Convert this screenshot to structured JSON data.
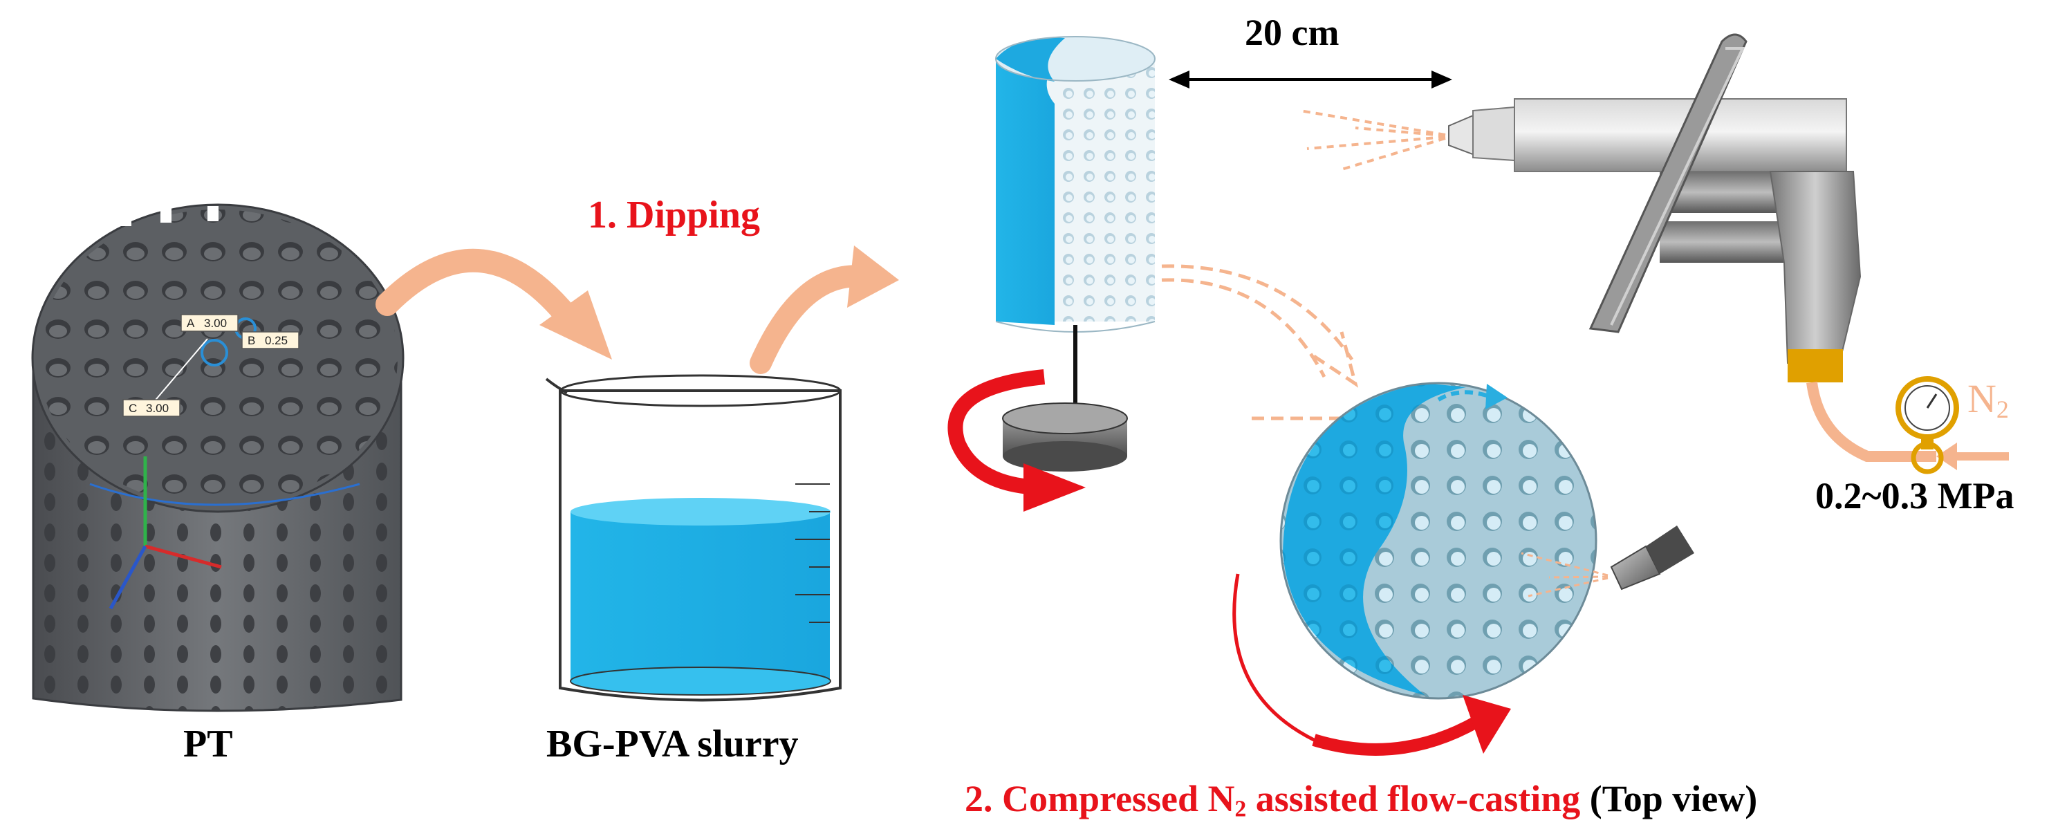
{
  "labels": {
    "pt": "PT",
    "slurry": "BG-PVA slurry",
    "step1": "1. Dipping",
    "distance": "20 cm",
    "pressure": "0.2~0.3 MPa",
    "gas": "N",
    "gas_sub": "2",
    "step2_a": "2. Compressed N",
    "step2_sub": "2",
    "step2_b": " assisted flow-casting",
    "step2_view": " (Top view)"
  },
  "cad_annotations": {
    "a": "A",
    "a_val": "3.00",
    "b": "B",
    "b_val": "0.25",
    "c": "C",
    "c_val": "3.00"
  },
  "colors": {
    "slurry_blue": "#19b6e8",
    "arrow_red": "#e8131b",
    "arrow_peach": "#f5b48e",
    "metal_gray": "#8e8e8e",
    "pt_gray": "#5f6266",
    "coupling_gold": "#e0a000"
  }
}
